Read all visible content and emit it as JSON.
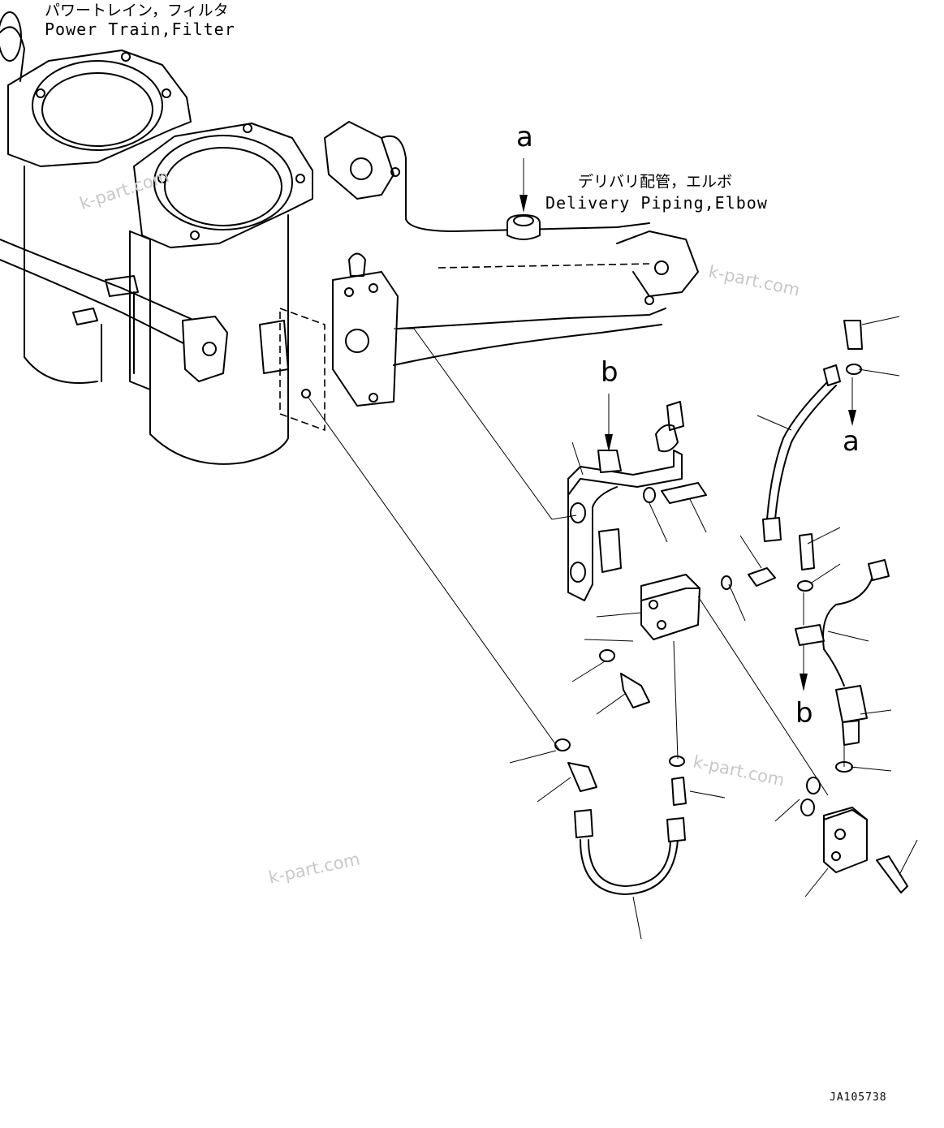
{
  "labels": {
    "power_train_jp": "パワートレイン，フィルタ",
    "power_train_en": "Power Train,Filter",
    "delivery_jp": "デリバリ配管，エルボ",
    "delivery_en": "Delivery Piping,Elbow",
    "ref_a_top": "a",
    "ref_a_side": "a",
    "ref_b_top": "b",
    "ref_b_side": "b",
    "drawing_code": "JA105738"
  },
  "watermarks": [
    "k-part.com",
    "k-part.com",
    "k-part.com",
    "k-part.com"
  ]
}
